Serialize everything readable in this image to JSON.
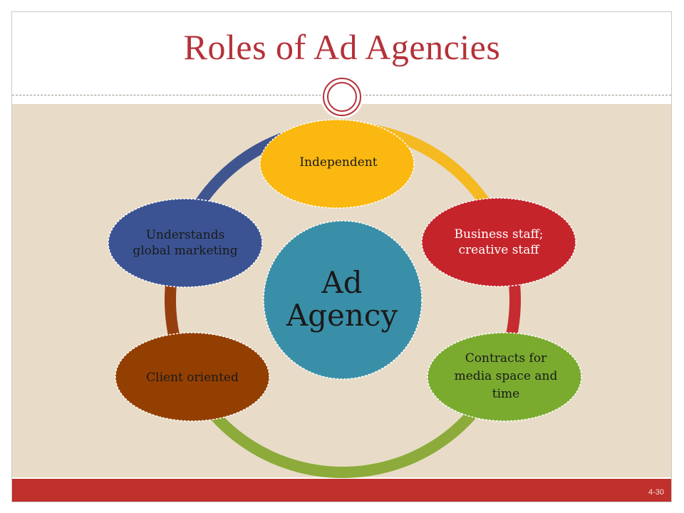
{
  "slide": {
    "title": "Roles of Ad Agencies",
    "page_number": "4-30"
  },
  "diagram": {
    "center": {
      "label": "Ad Agency",
      "color": "#3a8fa8"
    },
    "ring_colors": [
      "#f5b921",
      "#c62b30",
      "#8cab3a",
      "#963f0e",
      "#3f5590"
    ],
    "nodes": [
      {
        "id": "independent",
        "label": "Independent",
        "color": "#fbb810"
      },
      {
        "id": "business-staff",
        "label": "Business staff; creative staff",
        "color": "#c5242b"
      },
      {
        "id": "contracts-media",
        "label": "Contracts for media space and time",
        "color": "#7aab2f"
      },
      {
        "id": "client-oriented",
        "label": "Client oriented",
        "color": "#943f02"
      },
      {
        "id": "global-marketing",
        "label": "Understands global marketing",
        "color": "#3b5393"
      }
    ]
  },
  "colors": {
    "title": "#b5323a",
    "content_background": "#e8dcc8",
    "footer_bar": "#c0302c"
  }
}
